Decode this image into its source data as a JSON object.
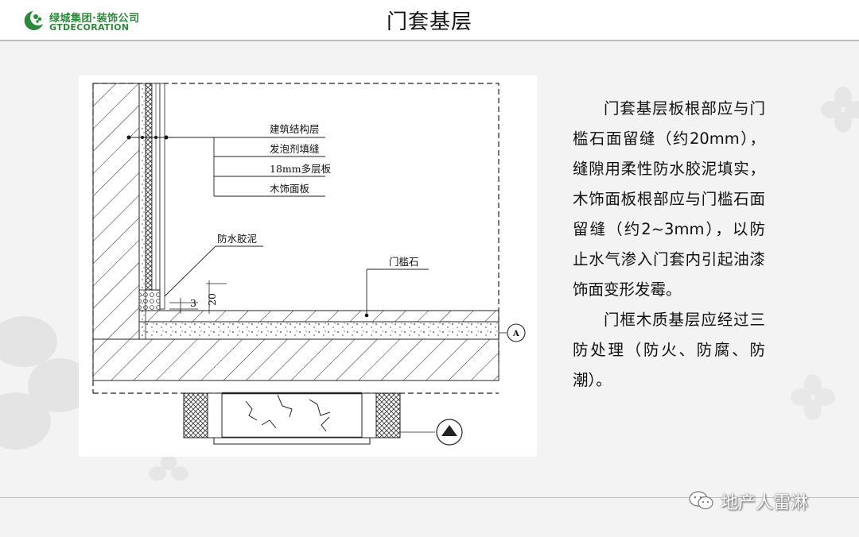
{
  "header": {
    "logo_cn": "绿城集团·装饰公司",
    "logo_en": "GTDECORATION",
    "title": "门套基层"
  },
  "drawing": {
    "labels": {
      "structure": "建筑结构层",
      "foam": "发泡剂填缝",
      "plywood": "18mm多层板",
      "veneer": "木饰面板",
      "sealant": "防水胶泥",
      "threshold": "门槛石",
      "dim_3": "3",
      "dim_20": "20",
      "section_mark": "A"
    }
  },
  "body": {
    "p1": "门套基层板根部应与门槛石面留缝（约20mm），缝隙用柔性防水胶泥填实，木饰面板根部应与门槛石面留缝（约2~3mm），以防止水气渗入门套内引起油漆饰面变形发霉。",
    "p2": "门框木质基层应经过三防处理（防火、防腐、防潮）。"
  },
  "watermark": {
    "text": "地产人雷淋"
  },
  "colors": {
    "brand_green": "#2a8a3a",
    "background": "#f3f3f3",
    "divider": "#bcbcbc"
  },
  "icons": [
    "logo-icon",
    "wechat-icon",
    "flower-decoration-icon"
  ]
}
